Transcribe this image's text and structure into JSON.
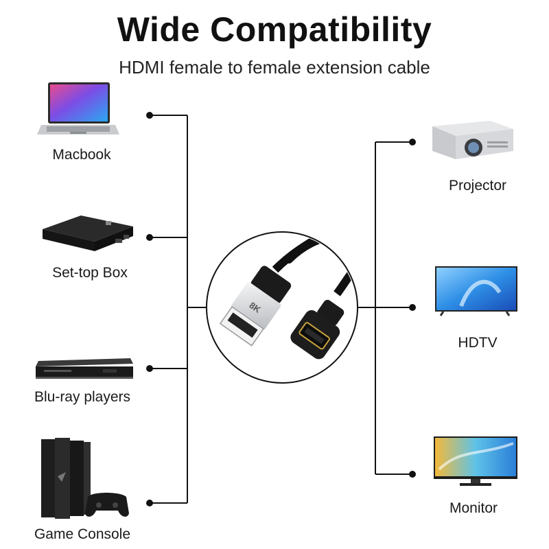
{
  "header": {
    "title": "Wide Compatibility",
    "subtitle": "HDMI female to female extension cable"
  },
  "left_devices": [
    {
      "label": "Macbook",
      "icon": "laptop-icon"
    },
    {
      "label": "Set-top Box",
      "icon": "set-top-box-icon"
    },
    {
      "label": "Blu-ray players",
      "icon": "blu-ray-player-icon"
    },
    {
      "label": "Game Console",
      "icon": "game-console-icon"
    }
  ],
  "right_devices": [
    {
      "label": "Projector",
      "icon": "projector-icon"
    },
    {
      "label": "HDTV",
      "icon": "hdtv-icon"
    },
    {
      "label": "Monitor",
      "icon": "monitor-icon"
    }
  ],
  "cable": {
    "plug_marking": "8K"
  },
  "colors": {
    "line": "#111111",
    "screen_blue": "#2e8fe6",
    "device_black": "#1b1b1b",
    "plug_silver": "#d9dbde"
  }
}
